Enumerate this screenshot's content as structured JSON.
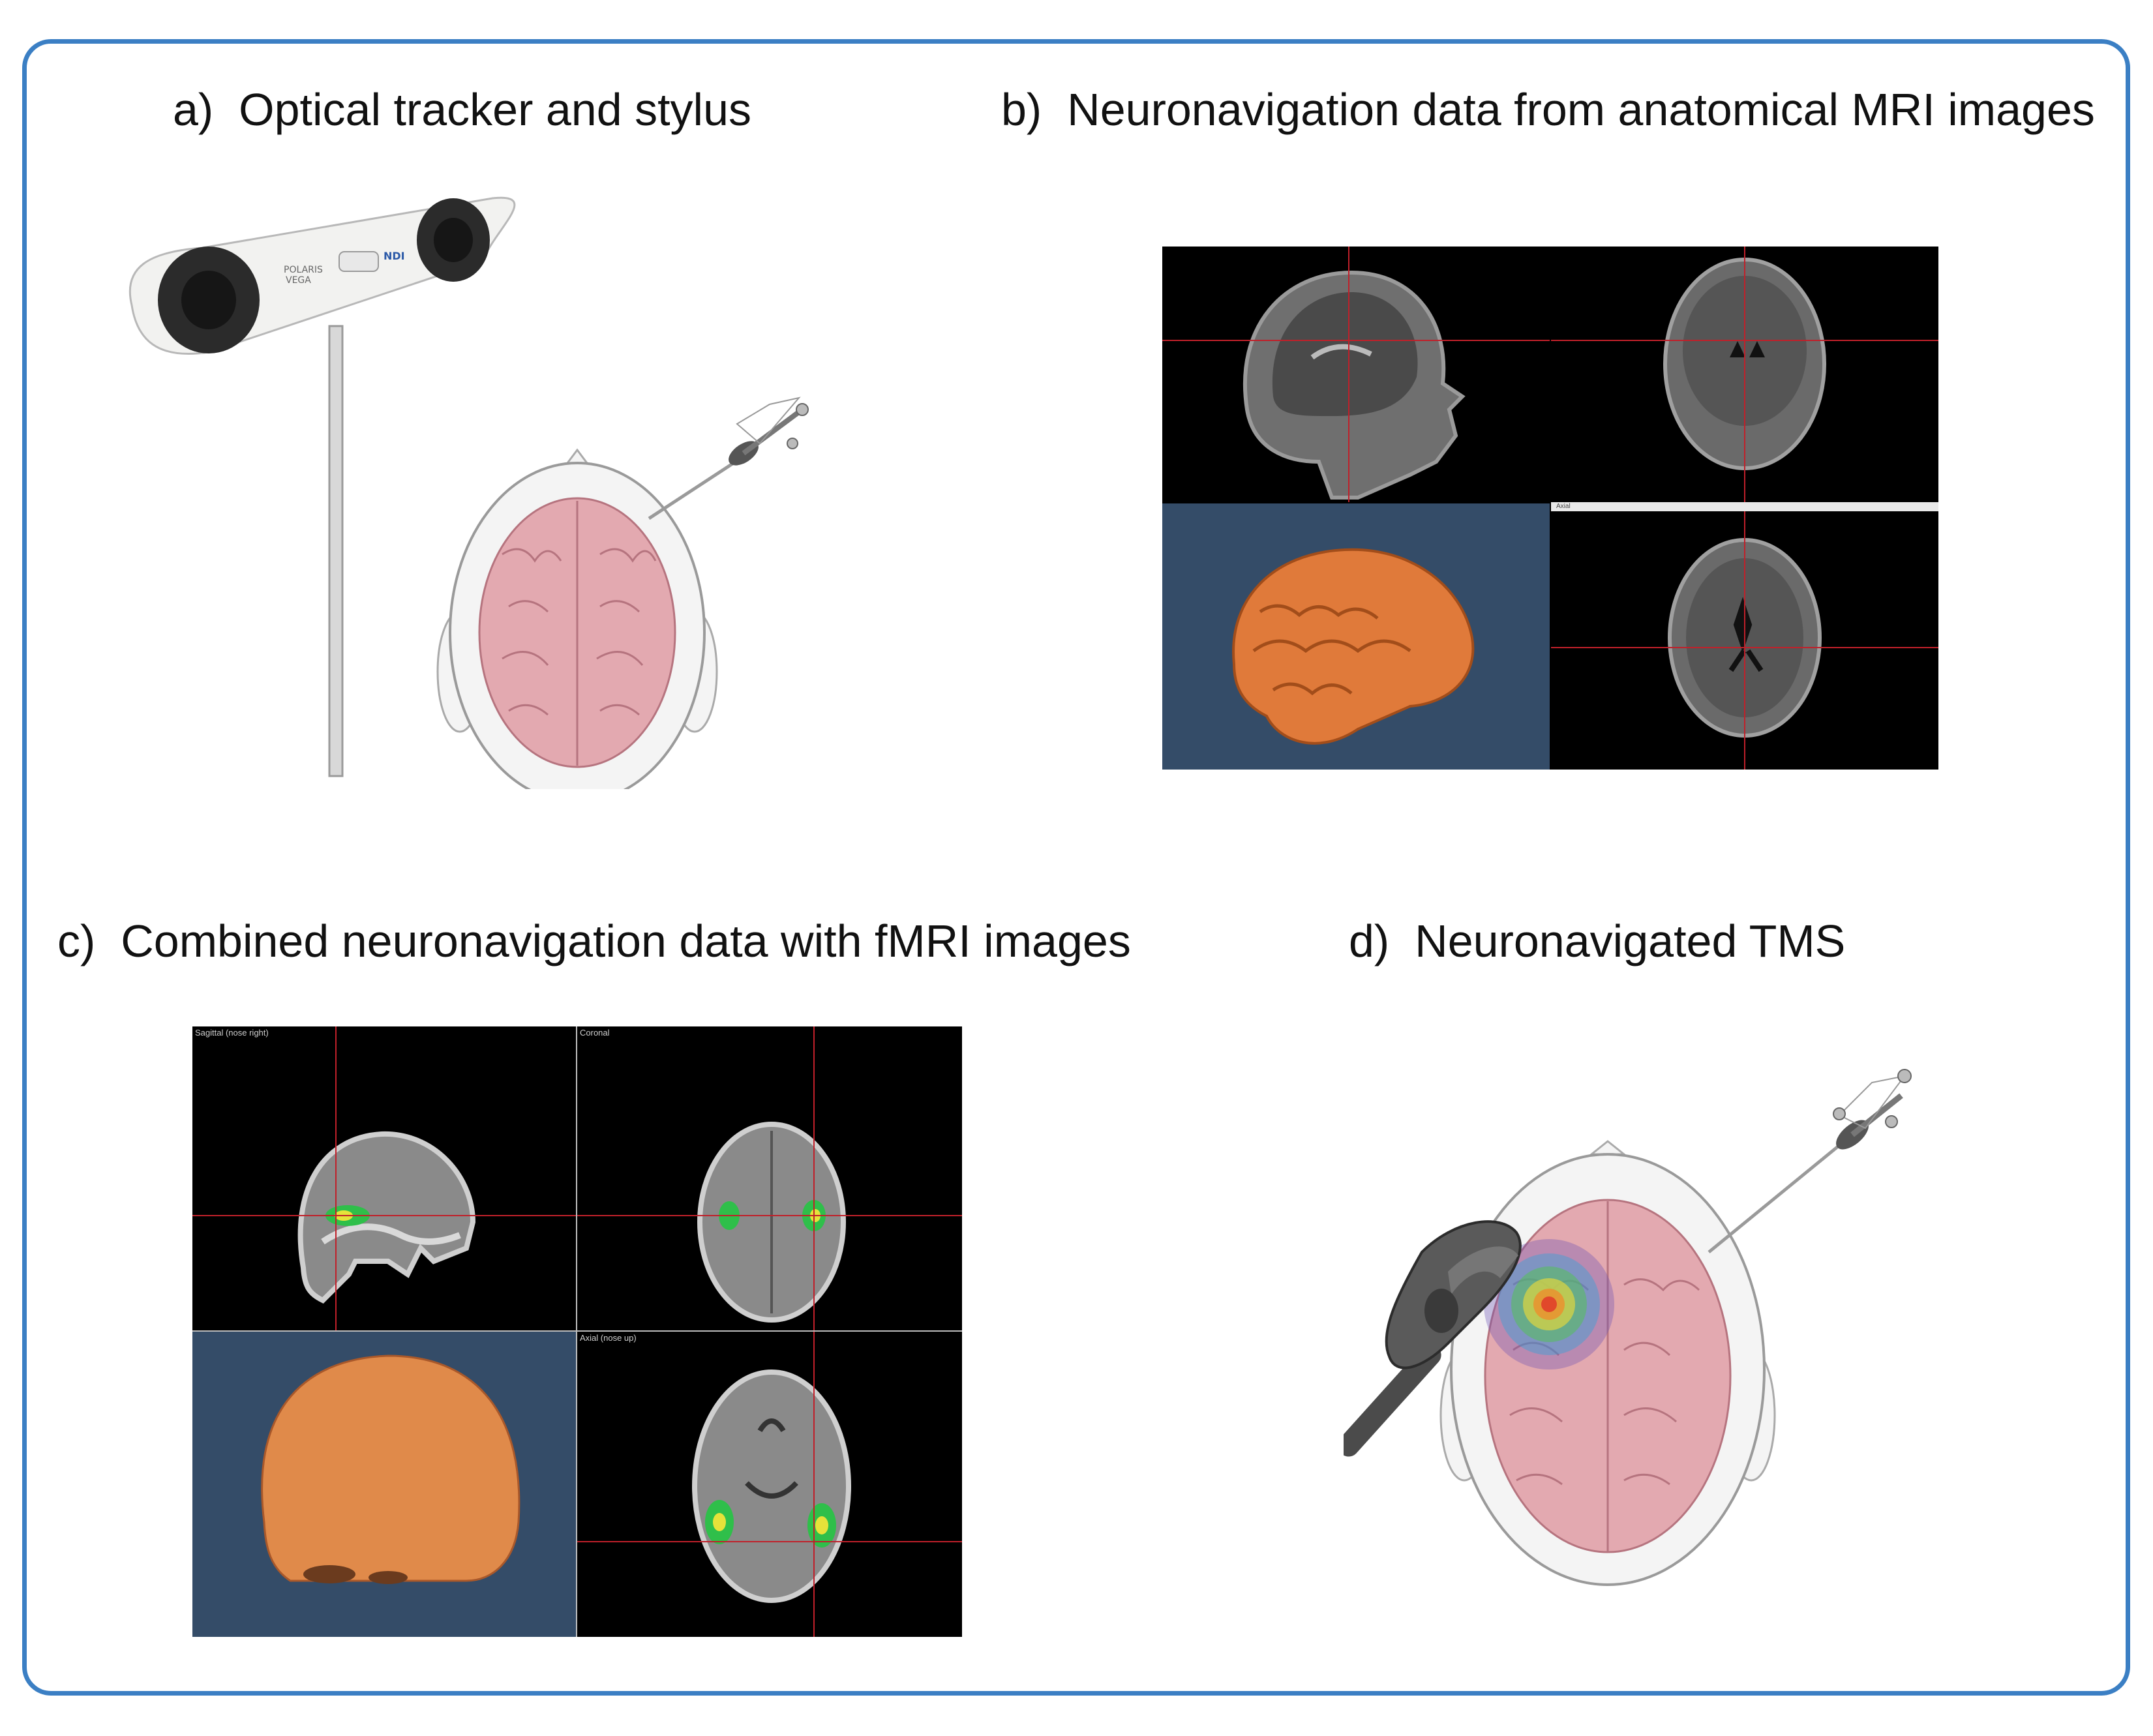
{
  "panels": {
    "a": {
      "letter": "a)",
      "title": "Optical tracker and stylus",
      "device": {
        "brand": "NDI",
        "model_line1": "POLARIS",
        "model_line2": "VEGA"
      }
    },
    "b": {
      "letter": "b)",
      "title": "Neuronavigation data from anatomical MRI images",
      "views": {
        "axial": "Axial"
      }
    },
    "c": {
      "letter": "c)",
      "title": "Combined neuronavigation data with fMRI images",
      "views": {
        "sagittal": "Sagittal (nose right)",
        "coronal": "Coronal",
        "axial": "Axial (nose up)"
      }
    },
    "d": {
      "letter": "d)",
      "title": "Neuronavigated TMS"
    }
  },
  "colors": {
    "frame": "#3b7fc4",
    "viewer_bg": "#000000",
    "render_bg": "#344c68",
    "crosshair": "#c0202a",
    "brain_render": "#e07a3a",
    "brain_pink": "#e3a9b0",
    "head": "#f4f4f4"
  }
}
